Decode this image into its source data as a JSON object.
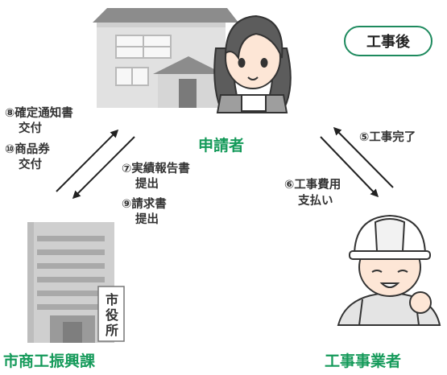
{
  "phase_badge": "工事後",
  "roles": {
    "applicant": "申請者",
    "city_office_section": "市商工振興課",
    "contractor": "工事事業者"
  },
  "city_hall_sign": [
    "市",
    "役",
    "所"
  ],
  "steps": {
    "s5": "⑤工事完了",
    "s6_line1": "⑥工事費用",
    "s6_line2": "支払い",
    "s7_line1": "⑦実績報告書",
    "s7_line2": "提出",
    "s8_line1": "⑧確定通知書",
    "s8_line2": "交付",
    "s9_line1": "⑨請求書",
    "s9_line2": "提出",
    "s10_line1": "⑩商品券",
    "s10_line2": "交付"
  },
  "colors": {
    "role_text": "#159a5a",
    "badge_border": "#1e8a5e",
    "arrow": "#222222",
    "building_gray": "#c9c9c9",
    "skin": "#fde6d6"
  },
  "icons": [
    "house-icon",
    "woman-applicant-icon",
    "city-hall-building-icon",
    "construction-worker-icon",
    "arrow-icon"
  ]
}
